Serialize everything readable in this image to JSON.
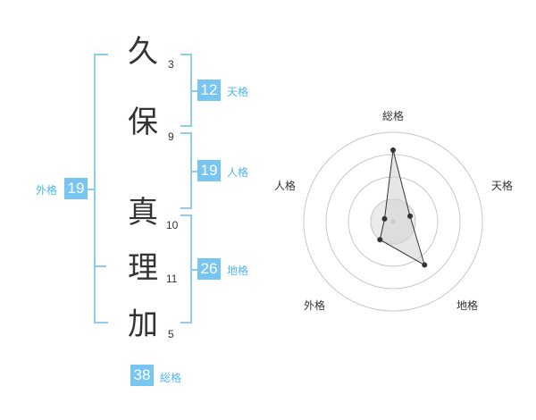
{
  "name_chars": [
    {
      "char": "久",
      "strokes": "3"
    },
    {
      "char": "保",
      "strokes": "9"
    },
    {
      "char": "真",
      "strokes": "10"
    },
    {
      "char": "理",
      "strokes": "11"
    },
    {
      "char": "加",
      "strokes": "5"
    }
  ],
  "fortune": {
    "tenkaku": {
      "value": "12",
      "label": "天格"
    },
    "jinkaku": {
      "value": "19",
      "label": "人格"
    },
    "chikaku": {
      "value": "26",
      "label": "地格"
    },
    "gaikaku": {
      "value": "19",
      "label": "外格"
    },
    "soukaku": {
      "value": "38",
      "label": "総格"
    }
  },
  "colors": {
    "accent": "#77c6f2",
    "bracket": "#8fcdef",
    "label": "#4fb5ec",
    "text": "#333333"
  },
  "chart_data": {
    "type": "radar",
    "axes": [
      "総格",
      "天格",
      "地格",
      "外格",
      "人格"
    ],
    "values": [
      0.8,
      0.2,
      0.6,
      0.25,
      0.1
    ],
    "rings": 4
  }
}
